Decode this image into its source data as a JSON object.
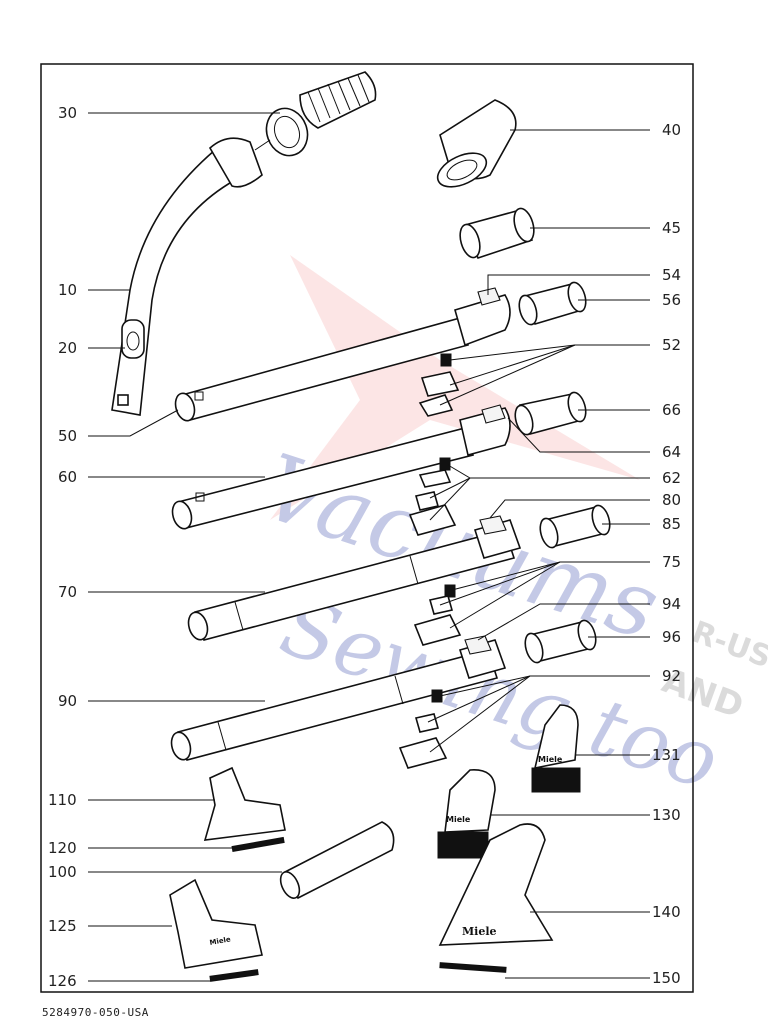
{
  "callouts": {
    "p30": "30",
    "p40": "40",
    "p45": "45",
    "p10": "10",
    "p54": "54",
    "p56": "56",
    "p20": "20",
    "p52": "52",
    "p50": "50",
    "p66": "66",
    "p64": "64",
    "p60": "60",
    "p62": "62",
    "p80": "80",
    "p85": "85",
    "p75": "75",
    "p70": "70",
    "p94": "94",
    "p96": "96",
    "p92": "92",
    "p90": "90",
    "p131": "131",
    "p110": "110",
    "p130": "130",
    "p120": "120",
    "p100": "100",
    "p140": "140",
    "p125": "125",
    "p126": "126",
    "p150": "150"
  },
  "brand_marks": {
    "tool_brand": "Miele"
  },
  "watermark": {
    "line1": "Vacuums",
    "line2": "Sewing too",
    "side": "R-US",
    "and": "AND"
  },
  "footer": {
    "document_code": "5284970-050-USA"
  },
  "colors": {
    "line": "#111111",
    "watermark_red": "#e85a5a",
    "watermark_blue": "#5a68b8",
    "watermark_gray": "#9a9a9a"
  }
}
